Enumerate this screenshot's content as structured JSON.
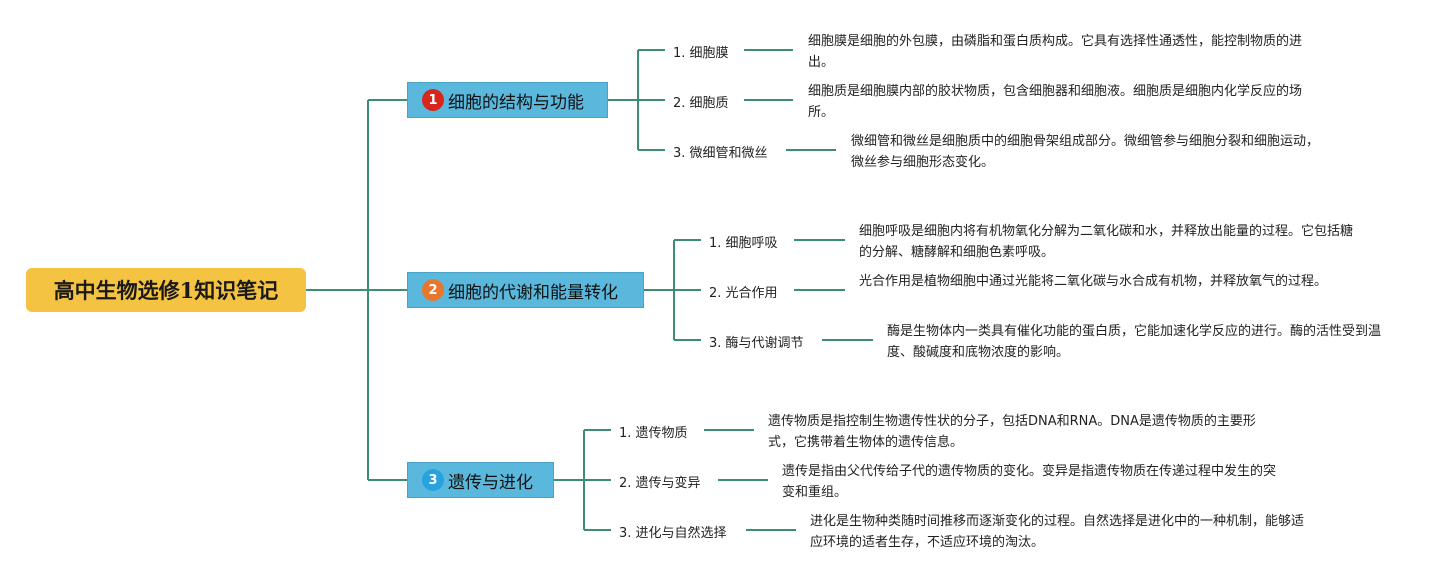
{
  "root": {
    "title": "高中生物选修1知识笔记"
  },
  "colors": {
    "root_bg": "#f5c342",
    "branch_bg": "#5bb8dd",
    "connector": "#3d8c78",
    "badge_1": "#d9261c",
    "badge_2": "#e8772e",
    "badge_3": "#29a3e0"
  },
  "branches": [
    {
      "number": "1",
      "title": "细胞的结构与功能",
      "topics": [
        {
          "label": "1. 细胞膜",
          "desc": "细胞膜是细胞的外包膜，由磷脂和蛋白质构成。它具有选择性通透性，能控制物质的进出。"
        },
        {
          "label": "2. 细胞质",
          "desc": "细胞质是细胞膜内部的胶状物质，包含细胞器和细胞液。细胞质是细胞内化学反应的场所。"
        },
        {
          "label": "3. 微细管和微丝",
          "desc": "微细管和微丝是细胞质中的细胞骨架组成部分。微细管参与细胞分裂和细胞运动，微丝参与细胞形态变化。"
        }
      ]
    },
    {
      "number": "2",
      "title": "细胞的代谢和能量转化",
      "topics": [
        {
          "label": "1. 细胞呼吸",
          "desc": "细胞呼吸是细胞内将有机物氧化分解为二氧化碳和水，并释放出能量的过程。它包括糖的分解、糖酵解和细胞色素呼吸。"
        },
        {
          "label": "2. 光合作用",
          "desc": "光合作用是植物细胞中通过光能将二氧化碳与水合成有机物，并释放氧气的过程。"
        },
        {
          "label": "3. 酶与代谢调节",
          "desc": "酶是生物体内一类具有催化功能的蛋白质，它能加速化学反应的进行。酶的活性受到温度、酸碱度和底物浓度的影响。"
        }
      ]
    },
    {
      "number": "3",
      "title": "遗传与进化",
      "topics": [
        {
          "label": "1. 遗传物质",
          "desc": "遗传物质是指控制生物遗传性状的分子，包括DNA和RNA。DNA是遗传物质的主要形式，它携带着生物体的遗传信息。"
        },
        {
          "label": "2. 遗传与变异",
          "desc": "遗传是指由父代传给子代的遗传物质的变化。变异是指遗传物质在传递过程中发生的突变和重组。"
        },
        {
          "label": "3. 进化与自然选择",
          "desc": "进化是生物种类随时间推移而逐渐变化的过程。自然选择是进化中的一种机制，能够适应环境的适者生存，不适应环境的淘汰。"
        }
      ]
    }
  ]
}
